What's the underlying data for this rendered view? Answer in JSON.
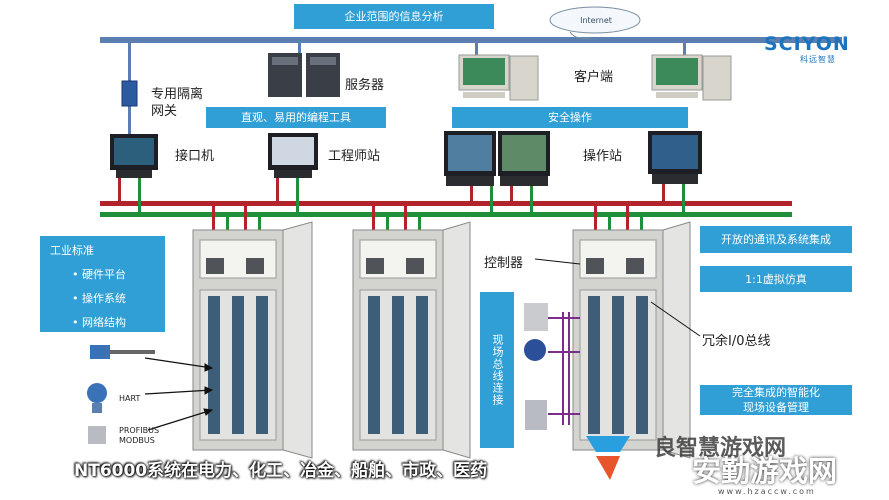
{
  "logo": {
    "brand": "SCIYON",
    "sub": "科远智慧"
  },
  "top_banner": "企业范围的信息分析",
  "internet_label": "Internet",
  "labels": {
    "gateway": "专用隔离\n网关",
    "servers": "服务器",
    "clients": "客户端",
    "interface": "接口机",
    "engineer": "工程师站",
    "operator": "操作站",
    "controller": "控制器",
    "redundant_io": "冗余I/0总线",
    "hart": "HART",
    "profibus": "PROFIBUS\nMODBUS"
  },
  "boxes": {
    "programming": "直观、易用的编程工具",
    "safe_operation": "安全操作",
    "open_comm": "开放的通讯及系统集成",
    "virtual_sim": "1:1虚拟仿真",
    "smart_field": "完全集成的智能化\n现场设备管理",
    "fieldbus": "现场总线连接"
  },
  "industry_panel": {
    "title": "工业标准",
    "items": [
      "硬件平台",
      "操作系统",
      "网络结构"
    ]
  },
  "caption": "NT6000系统在电力、化工、冶金、船舶、市政、医药",
  "watermark": {
    "behind": "良智慧游戏网",
    "main": "安勤游戏网",
    "url": "www.hzaccw.com"
  },
  "colors": {
    "blue_box": "#2f9fd6",
    "bus_blue": "#5a7fb0",
    "net_red": "#b3232b",
    "net_green": "#1f8f3a",
    "io_purple": "#7a2e8c"
  }
}
